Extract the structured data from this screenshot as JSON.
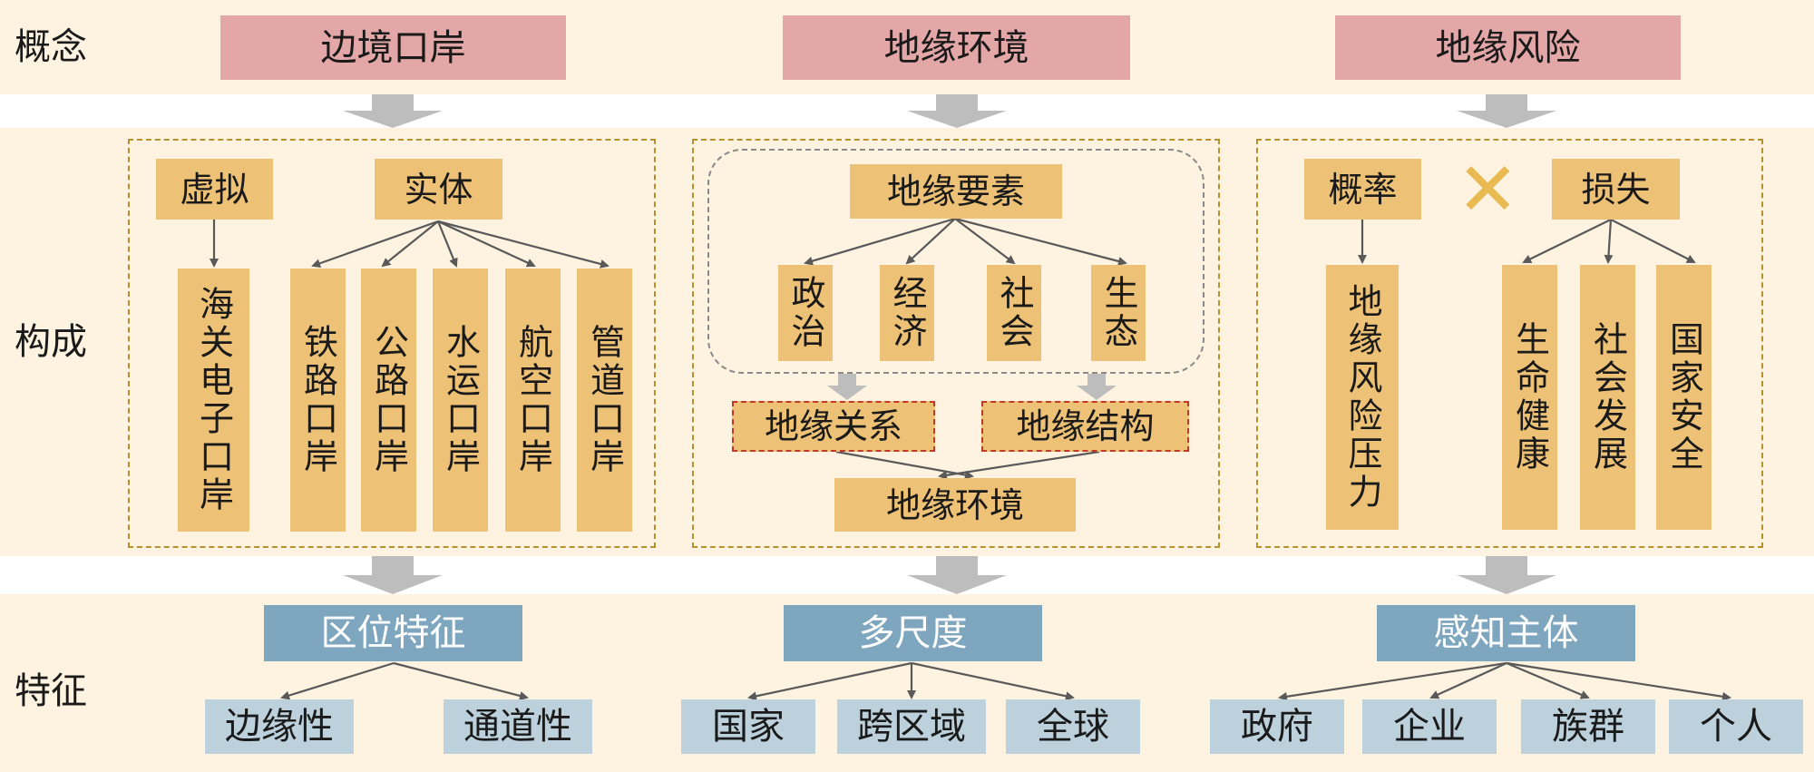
{
  "row_labels": {
    "concept": "概念",
    "composition": "构成",
    "feature": "特征"
  },
  "concepts": [
    "边境口岸",
    "地缘环境",
    "地缘风险"
  ],
  "port": {
    "virtual": "虚拟",
    "physical": "实体",
    "customs": "海关电子口岸",
    "types": [
      "铁路口岸",
      "公路口岸",
      "水运口岸",
      "航空口岸",
      "管道口岸"
    ]
  },
  "env": {
    "elements": "地缘要素",
    "element_items": [
      "政治",
      "经济",
      "社会",
      "生态"
    ],
    "relation": "地缘关系",
    "structure": "地缘结构",
    "environment": "地缘环境"
  },
  "risk": {
    "probability": "概率",
    "multiply": "✕",
    "loss": "损失",
    "pressure": "地缘风险压力",
    "losses": [
      "生命健康",
      "社会发展",
      "国家安全"
    ]
  },
  "features": [
    {
      "title": "区位特征",
      "items": [
        "边缘性",
        "通道性"
      ]
    },
    {
      "title": "多尺度",
      "items": [
        "国家",
        "跨区域",
        "全球"
      ]
    },
    {
      "title": "感知主体",
      "items": [
        "政府",
        "企业",
        "族群",
        "个人"
      ]
    }
  ],
  "colors": {
    "band": "#fdf3e0",
    "concept_box": "#e4a7a7",
    "element_box": "#eec276",
    "feature_box": "#7ea6bf",
    "sub_box": "#bcd1dc",
    "arrow": "#bdbdbd",
    "panel_border": "#b8912e",
    "multiply_mark": "#e9b952"
  }
}
